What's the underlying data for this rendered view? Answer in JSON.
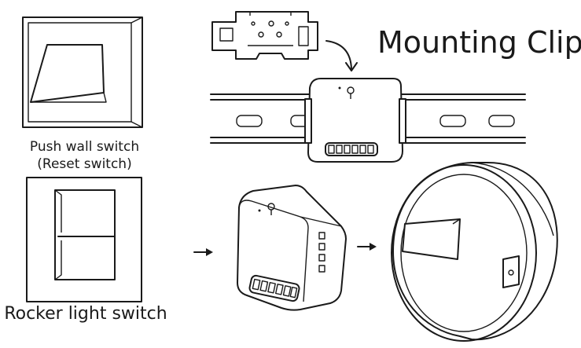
{
  "labels": {
    "push_wall_switch": "Push wall switch",
    "reset_switch": "(Reset switch)",
    "rocker_light_switch": "Rocker light switch",
    "mounting_clip": "Mounting Clip"
  },
  "icons": {
    "push_switch": "push-wall-switch-icon",
    "rocker_switch": "rocker-switch-icon",
    "clip": "mounting-clip-icon",
    "din_rail": "din-rail-icon",
    "module": "relay-module-icon",
    "ring": "mounting-ring-icon",
    "arrow": "right-arrow-icon"
  },
  "colors": {
    "line": "#1a1a1a",
    "background": "#ffffff"
  }
}
